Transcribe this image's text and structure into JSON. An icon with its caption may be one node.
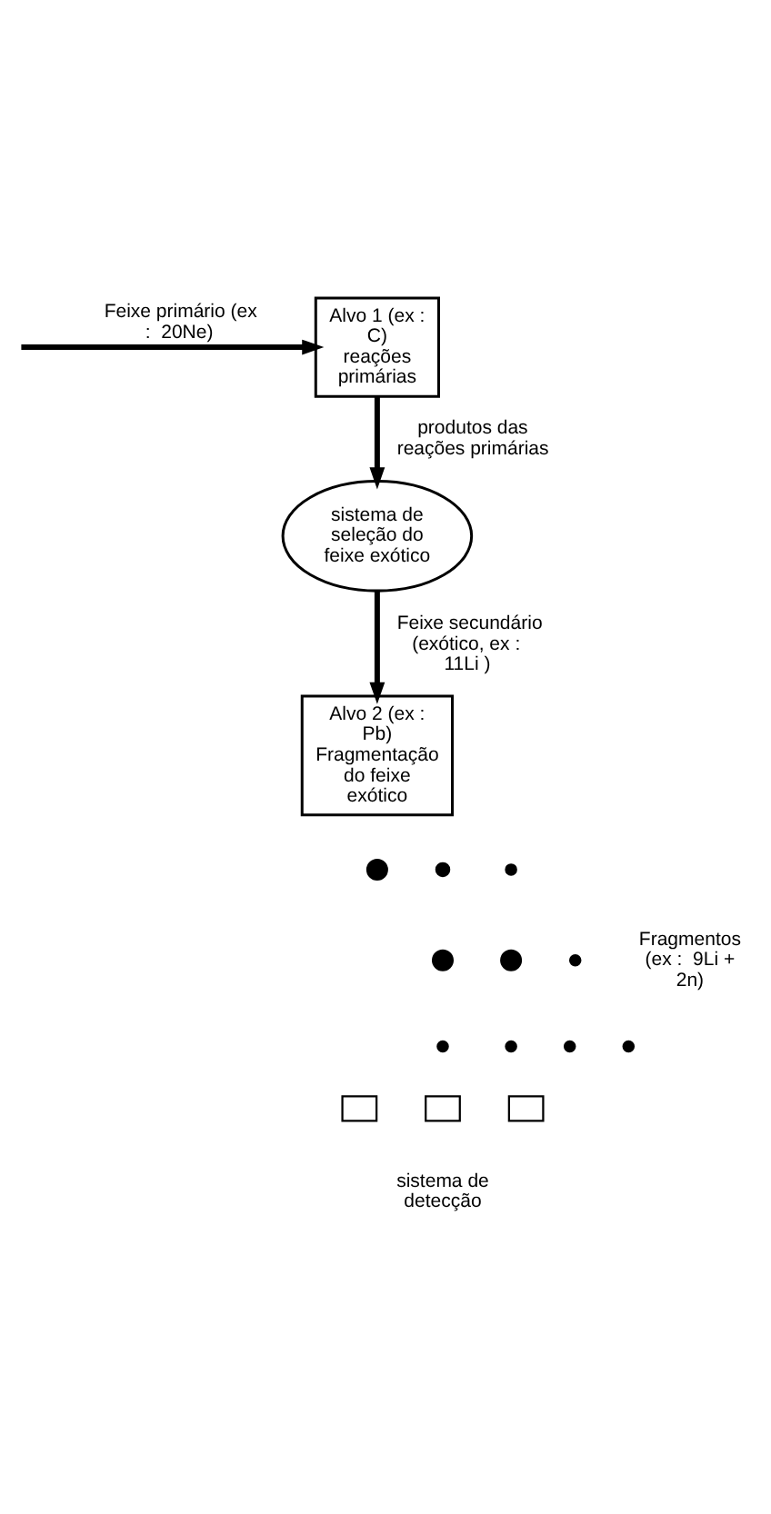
{
  "diagram": {
    "nodes": [
      {
        "text": [
          "Alvo 1 (ex : C)",
          "reações primárias"
        ]
      },
      {
        "text": [
          "sistema de seleção do feixe exótico"
        ]
      },
      {
        "text": [
          "Alvo 2 (ex : Pb)",
          "Fragmentação do feixe exótico"
        ]
      },
      {
        "text": [],
        "shape": "box"
      },
      {
        "text": [],
        "shape": "box"
      },
      {
        "text": [],
        "shape": "box"
      }
    ],
    "edges": [
      {
        "from": null,
        "to": 0,
        "arrow": "to",
        "label": "Feixe primário (ex :  20Ne)"
      },
      {
        "from": 0,
        "to": 1,
        "arrow": "to",
        "label": "produtos das reações primárias"
      },
      {
        "from": 1,
        "to": 2,
        "arrow": "to",
        "label": "Feixe secundário (exótico, ex :  11Li )"
      }
    ],
    "labels": [
      "Fragmentos (ex :  9Li + 2n)",
      "sistema de detecção"
    ]
  }
}
